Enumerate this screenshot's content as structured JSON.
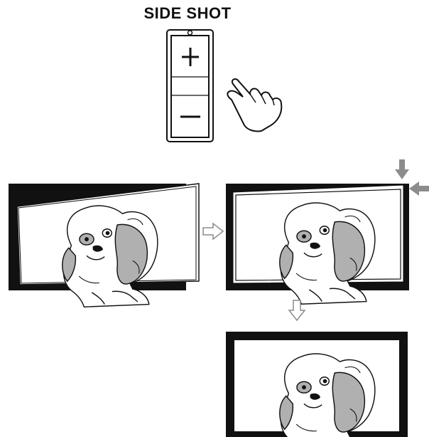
{
  "title": "SIDE SHOT",
  "control": {
    "plus_label": "+",
    "minus_label": "−",
    "pointer_icon": "hand-pointer-icon"
  },
  "steps": [
    {
      "state": "tilted-image",
      "description_icon": "tilted-frame-icon"
    },
    {
      "state": "corrected-image",
      "description_icon": "aligned-frame-icon"
    },
    {
      "state": "final-image",
      "description_icon": "straight-frame-icon"
    }
  ],
  "colors": {
    "ink": "#111111",
    "gray_fill": "#b0b0b0",
    "arrow_gray": "#8c8c8c"
  }
}
